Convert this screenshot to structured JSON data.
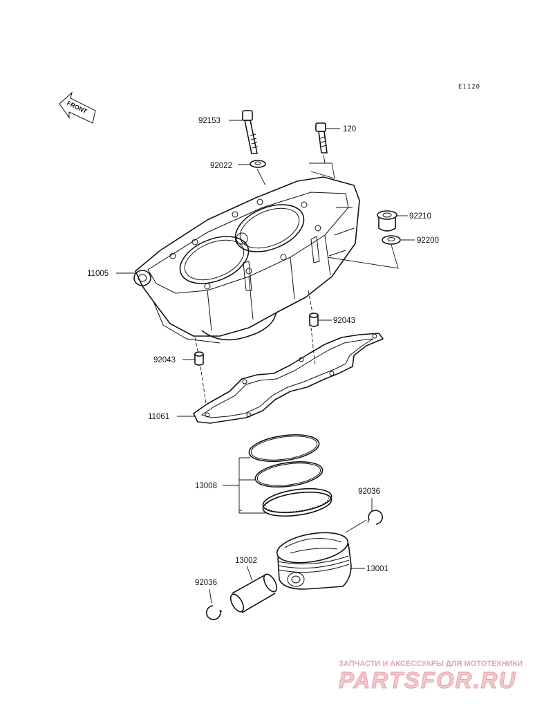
{
  "diagram": {
    "code": "E1120",
    "front_label": "FRONT",
    "parts": [
      {
        "id": "bolt-92153",
        "number": "92153"
      },
      {
        "id": "bolt-120",
        "number": "120"
      },
      {
        "id": "washer-92022",
        "number": "92022"
      },
      {
        "id": "bushing-92210",
        "number": "92210"
      },
      {
        "id": "washer-92200",
        "number": "92200"
      },
      {
        "id": "cylinder-11005",
        "number": "11005"
      },
      {
        "id": "dowel-92043-right",
        "number": "92043"
      },
      {
        "id": "dowel-92043-left",
        "number": "92043"
      },
      {
        "id": "gasket-11061",
        "number": "11061"
      },
      {
        "id": "rings-13008",
        "number": "13008"
      },
      {
        "id": "clip-92036-right",
        "number": "92036"
      },
      {
        "id": "piston-13001",
        "number": "13001"
      },
      {
        "id": "pin-13002",
        "number": "13002"
      },
      {
        "id": "clip-92036-left",
        "number": "92036"
      }
    ]
  },
  "watermark": {
    "line1": "ЗАПЧАСТИ И АКСЕССУАРЫ ДЛЯ МОТОТЕХНИКИ",
    "line2": "PARTSFOR.RU"
  }
}
